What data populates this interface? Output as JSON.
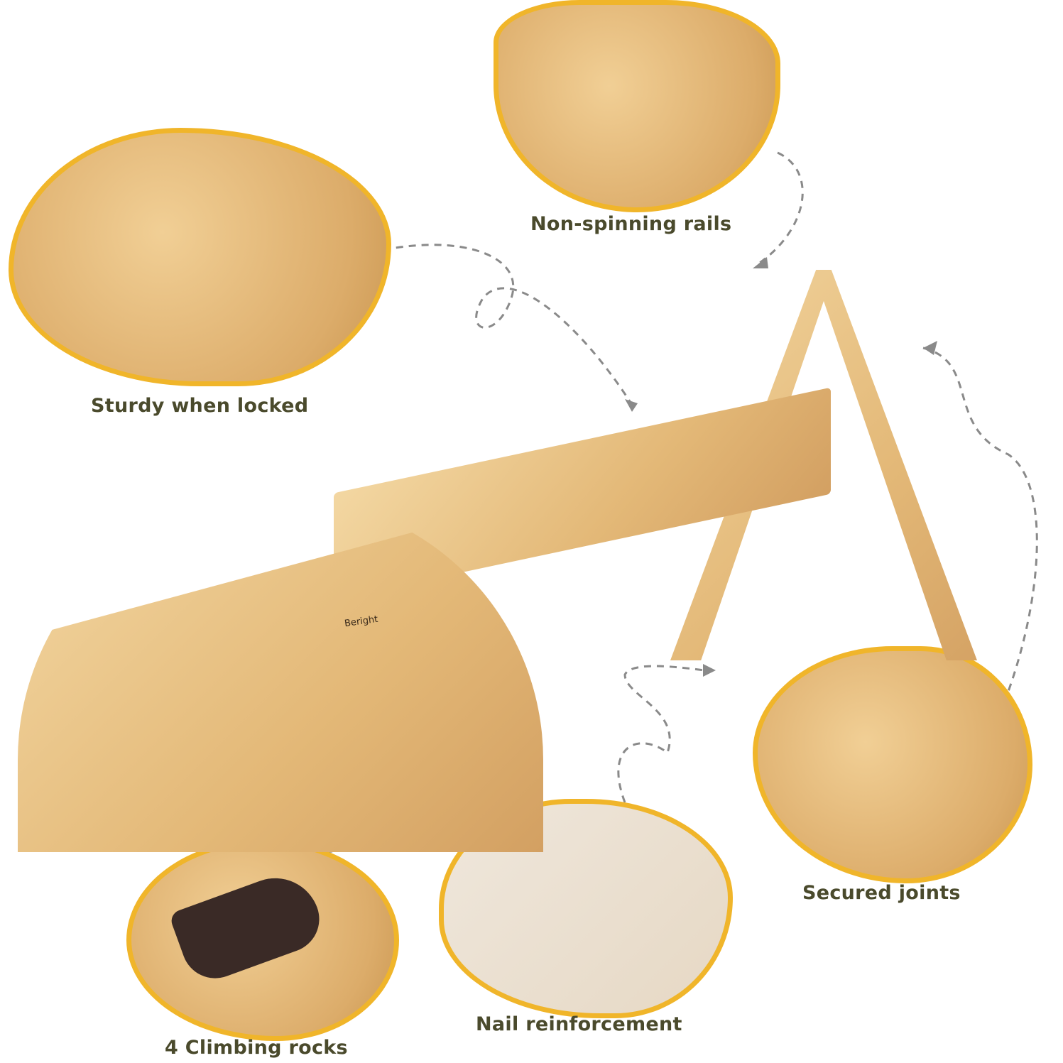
{
  "brand": {
    "logo_text": "Beright"
  },
  "features": [
    {
      "id": "sturdy",
      "label": "Sturdy when locked"
    },
    {
      "id": "rails",
      "label": "Non-spinning rails"
    },
    {
      "id": "joints",
      "label": "Secured joints"
    },
    {
      "id": "nails",
      "label": "Nail reinforcement"
    },
    {
      "id": "rocks",
      "label": "4 Climbing rocks"
    }
  ],
  "colors": {
    "accent": "#f0b52a",
    "text": "#4a4a2c",
    "wood": "#e3b877",
    "connector": "#8a8a8a"
  }
}
